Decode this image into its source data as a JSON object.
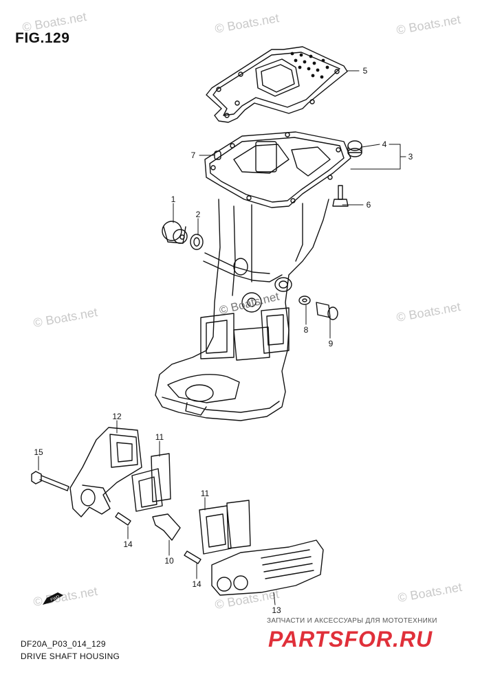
{
  "figure": {
    "title": "FIG.129",
    "code": "DF20A_P03_014_129",
    "name": "DRIVE SHAFT HOUSING"
  },
  "callouts": [
    "1",
    "2",
    "3",
    "4",
    "5",
    "6",
    "7",
    "8",
    "9",
    "10",
    "11",
    "11",
    "12",
    "13",
    "14",
    "14",
    "15"
  ],
  "watermark": {
    "text": "© Boats.net"
  },
  "fwd_label": "FWD",
  "promo": {
    "tagline": "ЗАПЧАСТИ И АКСЕССУАРЫ ДЛЯ МОТОТЕХНИКИ",
    "brand": "PARTSFOR.RU",
    "brand_color": "#e0303a"
  }
}
